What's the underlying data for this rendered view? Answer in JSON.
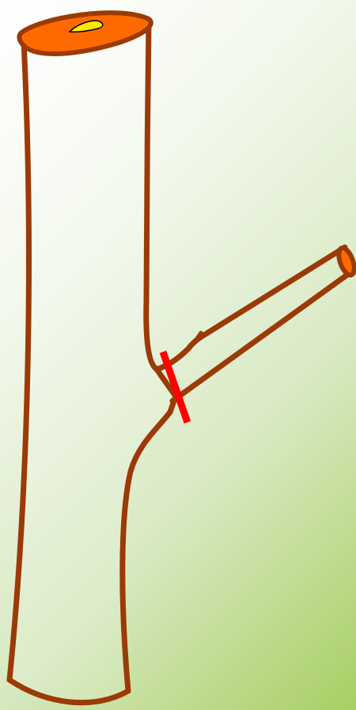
{
  "diagram": {
    "colors": {
      "background_top": "#ffffff",
      "background_bottom": "#a8cf63",
      "bark_outline": "#9b3a06",
      "cut_surface": "#ff6a00",
      "pith": "#ffe800",
      "cut_line": "#ff0000"
    },
    "elements": [
      "main-trunk",
      "side-branch",
      "trunk-cut-end",
      "trunk-pith",
      "branch-cut-end",
      "pruning-cut-line"
    ]
  }
}
